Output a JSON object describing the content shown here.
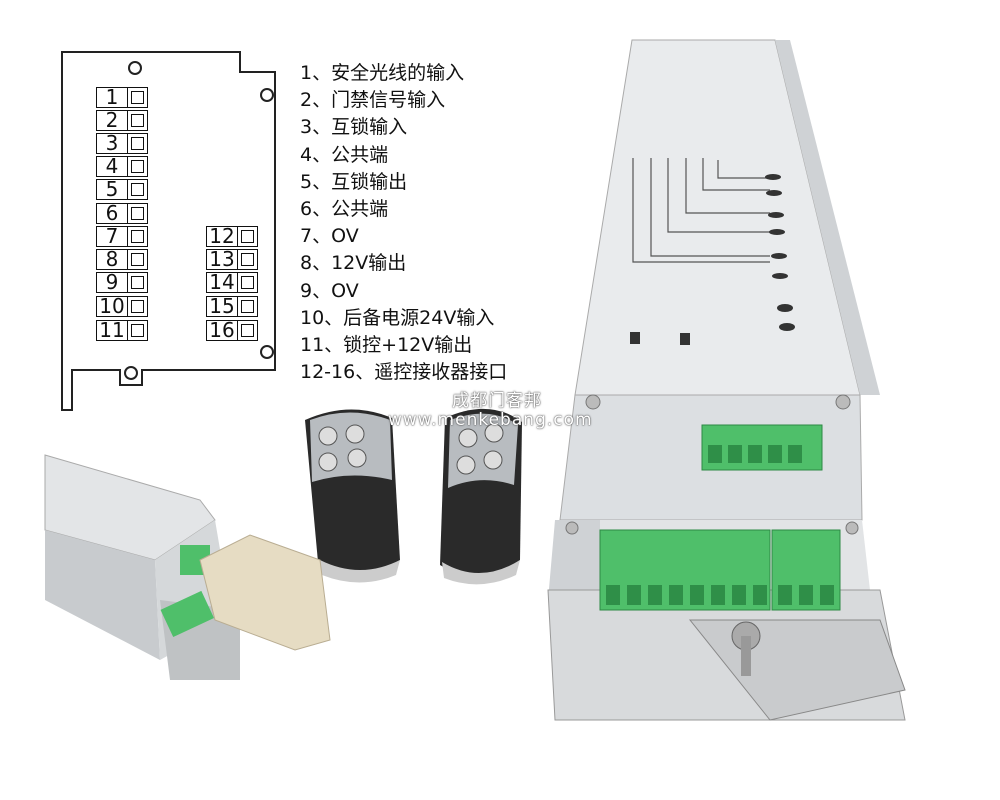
{
  "diagram": {
    "terminals_left": [
      "1",
      "2",
      "3",
      "4",
      "5",
      "6",
      "7",
      "8",
      "9",
      "10",
      "11"
    ],
    "terminals_right": [
      "12",
      "13",
      "14",
      "15",
      "16"
    ]
  },
  "legend": [
    "1、安全光线的输入",
    "2、门禁信号输入",
    "3、互锁输入",
    "4、公共端",
    "5、互锁输出",
    "6、公共端",
    "7、OV",
    "8、12V输出",
    "9、OV",
    "10、后备电源24V输入",
    "11、锁控+12V输出",
    "12-16、遥控接收器接口"
  ],
  "watermark": {
    "name": "成都门客邦",
    "url": "www.menkebang.com"
  },
  "colors": {
    "terminal_green": "#4fbf6a",
    "housing": "#e4e6e8"
  }
}
